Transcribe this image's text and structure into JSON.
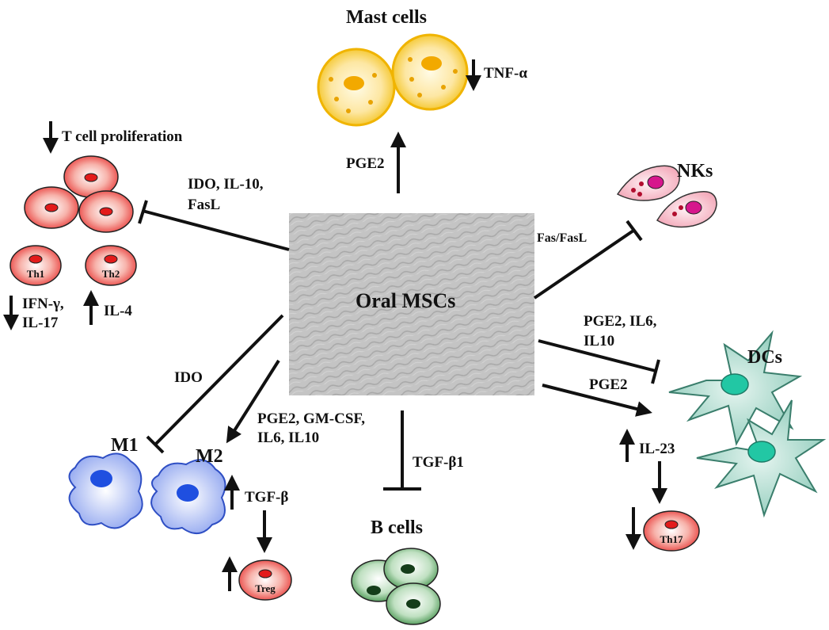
{
  "center": {
    "label": "Oral MSCs"
  },
  "targets": {
    "mast_cells": "Mast cells",
    "nks": "NKs",
    "dcs": "DCs",
    "b_cells": "B cells",
    "m1": "M1",
    "m2": "M2"
  },
  "cell_labels": {
    "th1": "Th1",
    "th2": "Th2",
    "th17": "Th17",
    "treg": "Treg"
  },
  "mediators": {
    "t_cells": [
      "IDO, IL-10,",
      "FasL"
    ],
    "mast": "PGE2",
    "nk": "Fas/FasL",
    "dc_inhibit": [
      "PGE2, IL6,",
      "IL10"
    ],
    "dc_promote": "PGE2",
    "b_cells": "TGF-β1",
    "m1": "IDO",
    "m2": [
      "PGE2, GM-CSF,",
      "IL6, IL10"
    ]
  },
  "effects": {
    "t_prolif": "T cell proliferation",
    "tnf": "TNF-α",
    "ifn": [
      "IFN-γ,",
      "IL-17"
    ],
    "il4": "IL-4",
    "il23": "IL-23",
    "tgf": "TGF-β"
  },
  "colors": {
    "t_cell": "#e9413f",
    "mast": "#f3c21c",
    "nk": "#ee6f8a",
    "dc": "#5aa896",
    "macrophage": "#3a5fd6",
    "b_cell": "#2c7a34"
  }
}
